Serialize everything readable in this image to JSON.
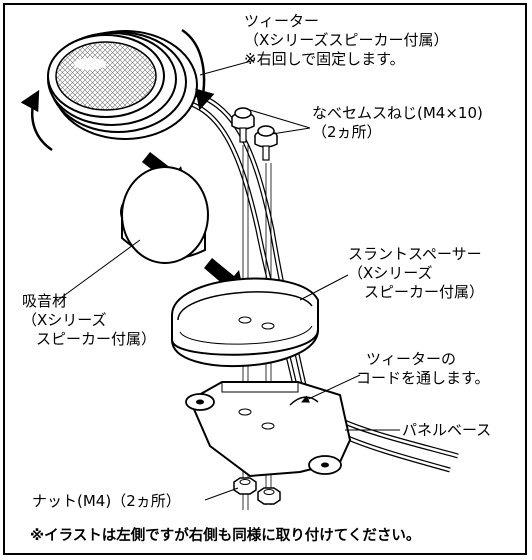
{
  "labels": {
    "tweeter": {
      "line1": "ツィーター",
      "line2": "（Xシリーズスピーカー付属）",
      "line3": "※右回しで固定します。"
    },
    "screw": {
      "line1": "なべセムスねじ(M4×10)",
      "line2": "（2ヵ所）"
    },
    "spacer": {
      "line1": "スラントスペーサー",
      "line2": "（Xシリーズ",
      "line3": "スピーカー付属）"
    },
    "absorber": {
      "line1": "吸音材",
      "line2": "（Xシリーズ",
      "line3": "スピーカー付属）"
    },
    "cord": {
      "line1": "ツィーターの",
      "line2": "コードを通します。"
    },
    "panel_base": "パネルベース",
    "nut": "ナット(M4)（2ヵ所）"
  },
  "footer_note": "※イラストは左側ですが右側も同様に取り付けてください。"
}
